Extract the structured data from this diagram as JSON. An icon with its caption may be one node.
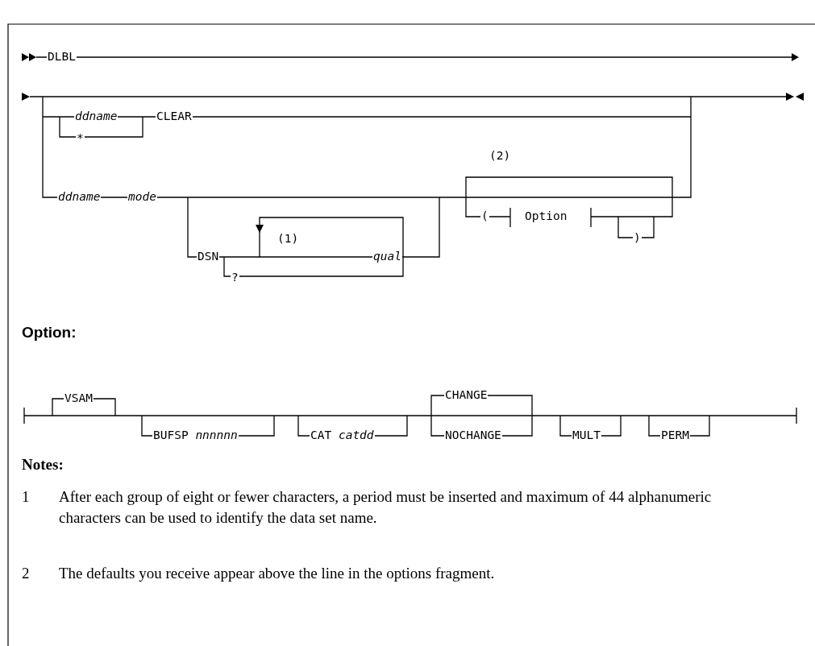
{
  "diagram": {
    "labels": [
      "DLBL",
      "ddname",
      "CLEAR",
      "*",
      "(2)",
      "ddname",
      "mode",
      "(1)",
      "DSN",
      "qual",
      "?",
      "(",
      "Option",
      ")",
      "Option:",
      "VSAM",
      "CHANGE",
      "BUFSP *nnnnnn*",
      "CAT *catdd*",
      "NOCHANGE",
      "MULT",
      "PERM",
      "Notes:",
      "1",
      "After each group of eight or fewer characters, a period must be inserted and maximum of 44 alphanumeric characters can be used to identify the data set name.",
      "2",
      "The defaults you receive appear above the line in the options fragment."
    ]
  }
}
